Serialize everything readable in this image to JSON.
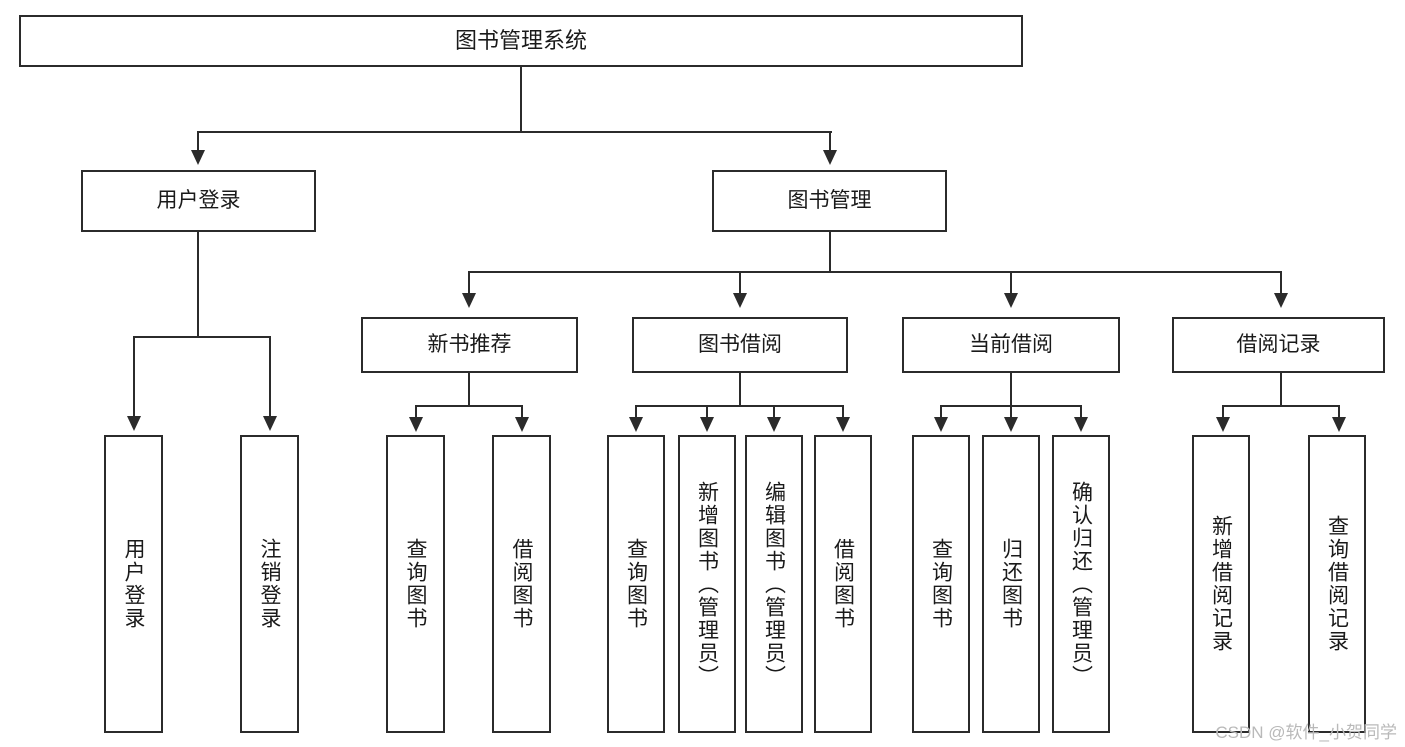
{
  "diagram": {
    "title": "图书管理系统",
    "type": "tree-hierarchy-diagram",
    "root": {
      "label": "图书管理系统"
    },
    "level1": [
      {
        "label": "用户登录"
      },
      {
        "label": "图书管理"
      }
    ],
    "level2": [
      {
        "label": "新书推荐"
      },
      {
        "label": "图书借阅"
      },
      {
        "label": "当前借阅"
      },
      {
        "label": "借阅记录"
      }
    ],
    "leaves": {
      "user_login": [
        {
          "label": "用户登录"
        },
        {
          "label": "注销登录"
        }
      ],
      "new_book_recommend": [
        {
          "label": "查询图书"
        },
        {
          "label": "借阅图书"
        }
      ],
      "book_borrow": [
        {
          "label": "查询图书"
        },
        {
          "label": "新增图书（管理员）"
        },
        {
          "label": "编辑图书（管理员）"
        },
        {
          "label": "借阅图书"
        }
      ],
      "current_borrow": [
        {
          "label": "查询图书"
        },
        {
          "label": "归还图书"
        },
        {
          "label": "确认归还（管理员）"
        }
      ],
      "borrow_record": [
        {
          "label": "新增借阅记录"
        },
        {
          "label": "查询借阅记录"
        }
      ]
    }
  },
  "watermark": {
    "text": "CSDN @软件_小贺同学"
  },
  "colors": {
    "border": "#2b2b2b",
    "background": "#ffffff",
    "text": "#1a1a1a",
    "watermark": "#b9b9b9"
  }
}
